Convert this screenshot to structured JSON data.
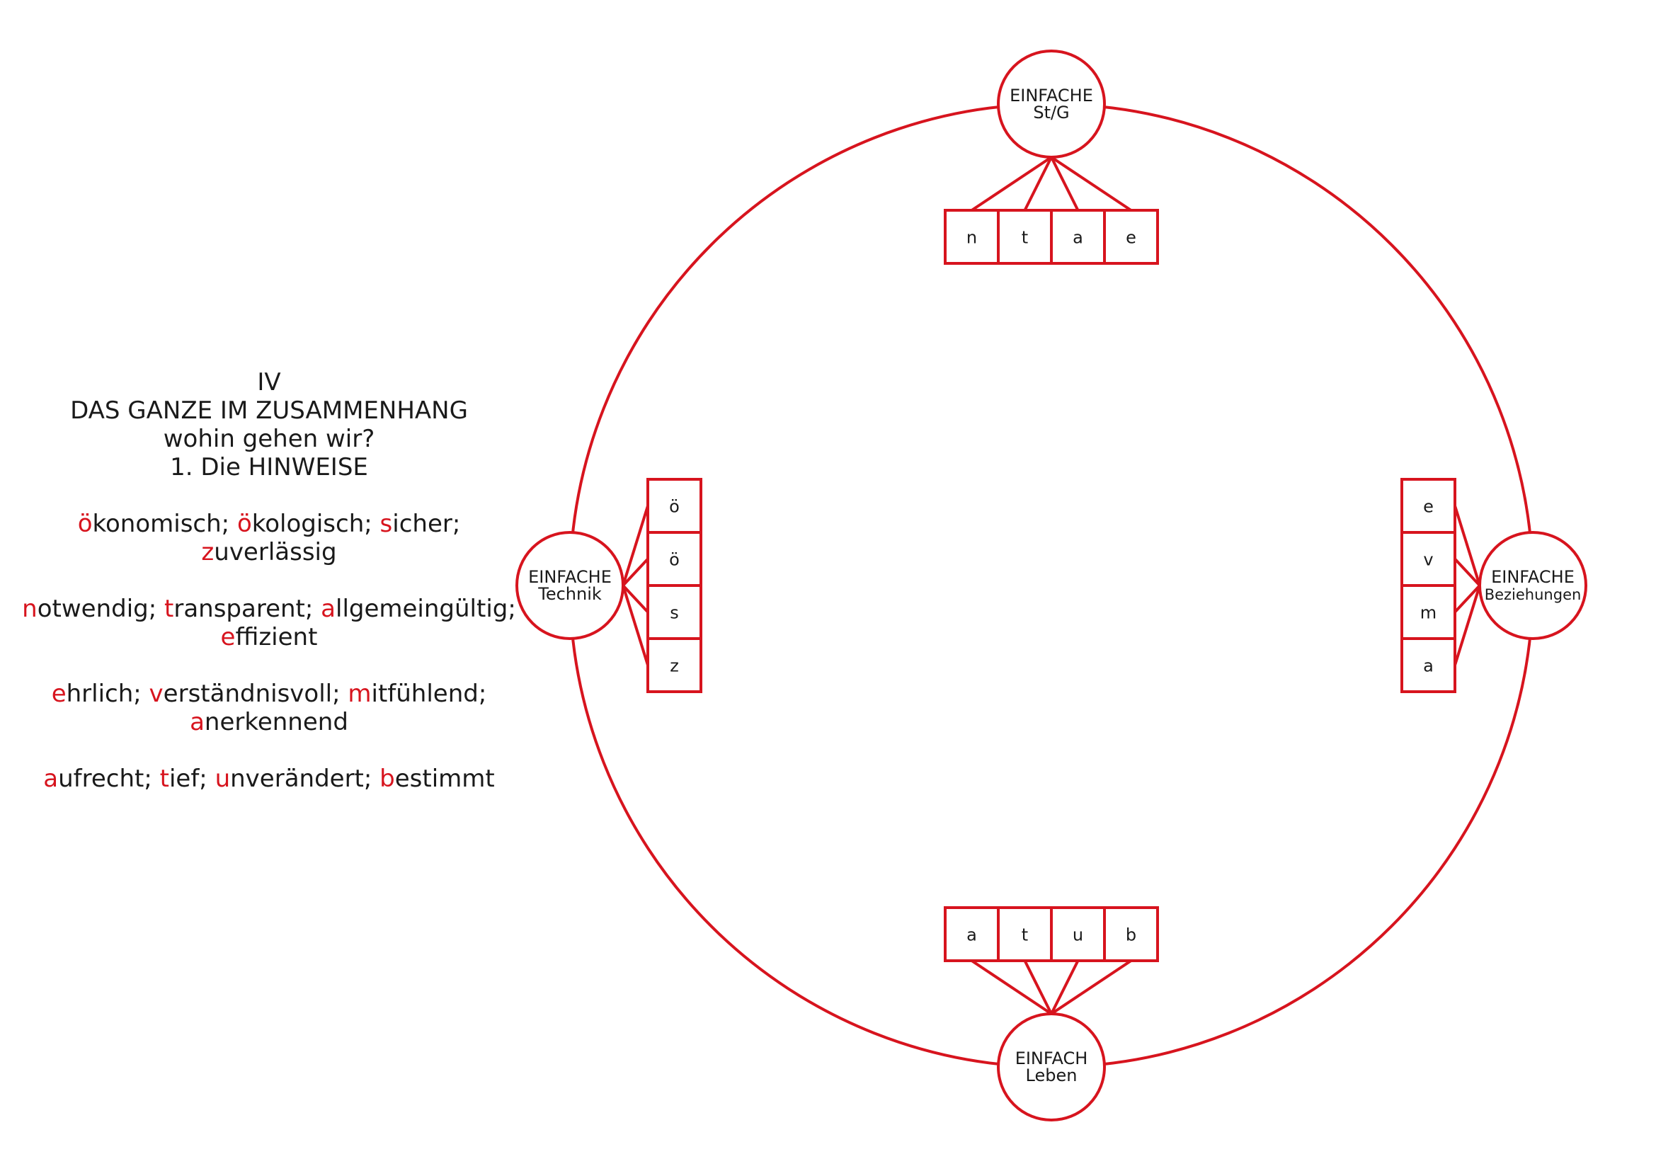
{
  "heading": {
    "numeral": "IV",
    "title": "DAS GANZE IM ZUSAMMENHANG",
    "question": "wohin gehen wir?",
    "section": "1. Die HINWEISE"
  },
  "hinweise": [
    {
      "lines": [
        [
          {
            "first": "ö",
            "rest": "konomisch; "
          },
          {
            "first": "ö",
            "rest": "kologisch; "
          },
          {
            "first": "s",
            "rest": "icher;"
          }
        ],
        [
          {
            "first": "z",
            "rest": "uverlässig"
          }
        ]
      ]
    },
    {
      "lines": [
        [
          {
            "first": "n",
            "rest": "otwendig; "
          },
          {
            "first": "t",
            "rest": "ransparent; "
          },
          {
            "first": "a",
            "rest": "llgemeingültig;"
          }
        ],
        [
          {
            "first": "e",
            "rest": "ffizient"
          }
        ]
      ]
    },
    {
      "lines": [
        [
          {
            "first": "e",
            "rest": "hrlich; "
          },
          {
            "first": "v",
            "rest": "erständnisvoll; "
          },
          {
            "first": "m",
            "rest": "itfühlend;"
          }
        ],
        [
          {
            "first": "a",
            "rest": "nerkennend"
          }
        ]
      ]
    },
    {
      "lines": [
        [
          {
            "first": "a",
            "rest": "ufrecht; "
          },
          {
            "first": "t",
            "rest": "ief; "
          },
          {
            "first": "u",
            "rest": "nverändert; "
          },
          {
            "first": "b",
            "rest": "estimmt"
          }
        ]
      ]
    }
  ],
  "nodes": {
    "top": {
      "line1": "EINFACHE",
      "line2": "St/G",
      "letters": [
        "n",
        "t",
        "a",
        "e"
      ]
    },
    "left": {
      "line1": "EINFACHE",
      "line2": "Technik",
      "letters": [
        "ö",
        "ö",
        "s",
        "z"
      ]
    },
    "right": {
      "line1": "EINFACHE",
      "line2": "Beziehungen",
      "letters": [
        "e",
        "v",
        "m",
        "a"
      ]
    },
    "bottom": {
      "line1": "EINFACH",
      "line2": "Leben",
      "letters": [
        "a",
        "t",
        "u",
        "b"
      ]
    }
  },
  "colors": {
    "accent": "#d7141e",
    "text": "#1a1a1a",
    "background": "#ffffff"
  }
}
